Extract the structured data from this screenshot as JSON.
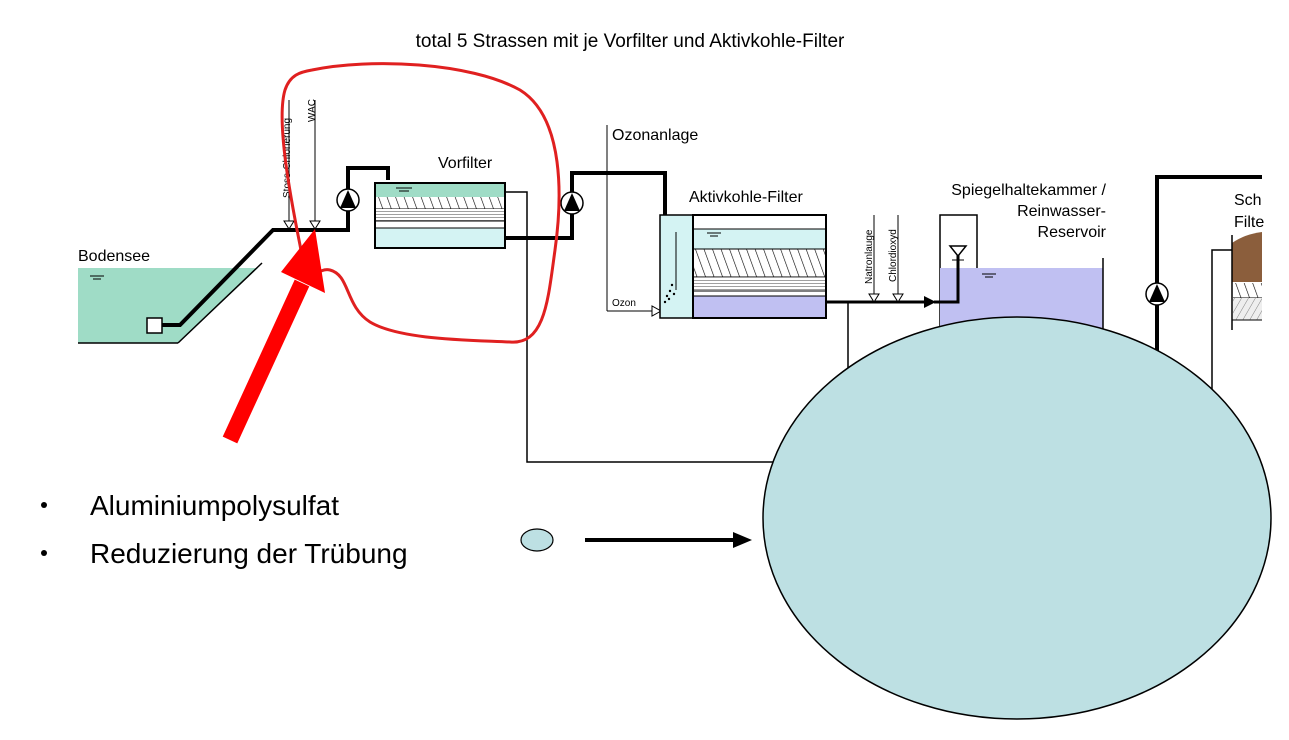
{
  "title": "total 5 Strassen mit je Vorfilter und Aktivkohle-Filter",
  "labels": {
    "bodensee": "Bodensee",
    "stoss": "Stoss-Chlorierung",
    "wac": "WAC",
    "vorfilter": "Vorfilter",
    "ozonanlage": "Ozonanlage",
    "ozon": "Ozon",
    "aktivkohle": "Aktivkohle-Filter",
    "natronlauge": "Natronlauge",
    "chlordioxyd": "Chlordioxyd",
    "spiegel1": "Spiegelhaltekammer /",
    "spiegel2": "Reinwasser-",
    "spiegel3": "Reservoir",
    "cut1": "Sch",
    "cut2": "Filte"
  },
  "bullets": [
    "Aluminiumpolysulfat",
    "Reduzierung der Trübung"
  ],
  "colors": {
    "lake": "#9fdcc6",
    "clearwater": "#d4f3f3",
    "reservoir": "#c0c0f2",
    "ellipse": "#bde0e3",
    "highlight": "#e02020",
    "arrow": "#ff0000",
    "soil": "#8b5e3c"
  },
  "icons": [
    "pump-icon",
    "bullet-icon",
    "arrow-right-icon"
  ]
}
